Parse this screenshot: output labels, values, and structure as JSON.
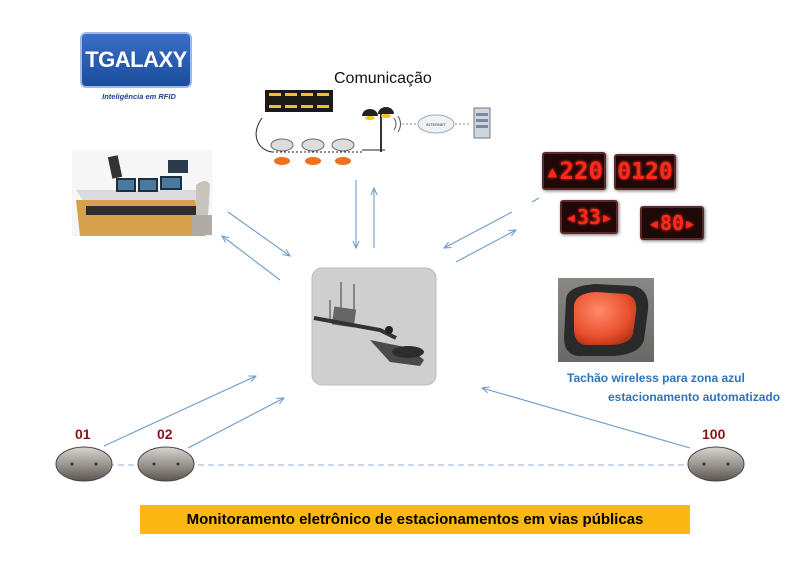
{
  "logo": {
    "name": "TGALAXY",
    "tagline": "Inteligência em RFID"
  },
  "communication": {
    "title": "Comunicação",
    "cloud_label": "INTERNET"
  },
  "signs": [
    "220",
    "0120",
    "33",
    "80"
  ],
  "sensors": [
    {
      "label": "01"
    },
    {
      "label": "02"
    },
    {
      "label": "100"
    }
  ],
  "tachao": {
    "line1": "Tachão wireless para zona azul",
    "line2": "estacionamento automatizado"
  },
  "banner": "Monitoramento eletrônico de estacionamentos em vias públicas",
  "colors": {
    "arrow": "#6d9ccc",
    "banner": "#fbb813",
    "sensor_label": "#8b1414",
    "caption": "#2f74b8",
    "led": "#ff2a1a"
  }
}
